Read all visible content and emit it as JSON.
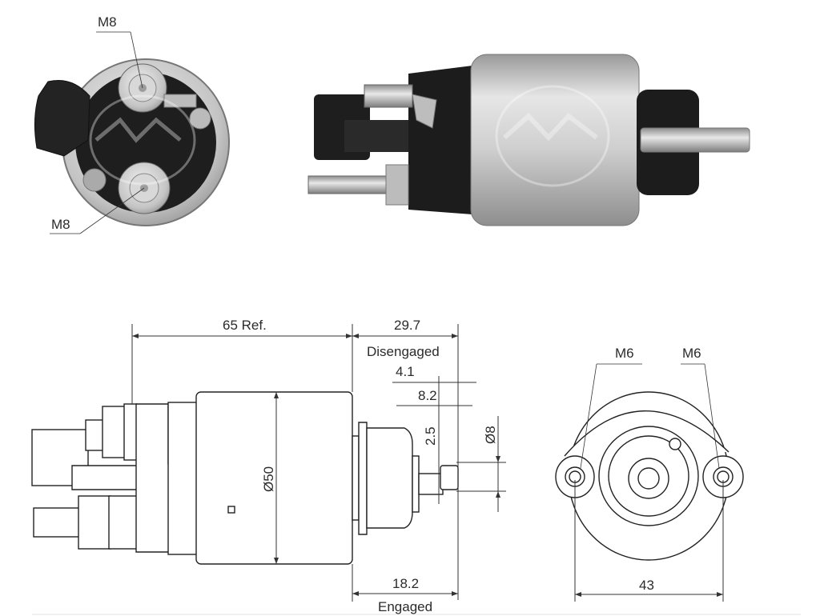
{
  "photos": {
    "end_view_labels": {
      "top_terminal": "M8",
      "bottom_terminal": "M8"
    },
    "colors": {
      "housing_metal": "#c9c9c9",
      "plastic_black": "#1e1e1e",
      "stud_brass": "#b8b8b8"
    }
  },
  "side_view": {
    "dims": {
      "overall_length": "65 Ref.",
      "stroke_disengaged": "29.7",
      "disengaged_label": "Disengaged",
      "offset_small": "4.1",
      "offset_plunger": "8.2",
      "groove": "2.5",
      "plunger_diameter": "Ø8",
      "body_diameter": "Ø50",
      "stroke_engaged": "18.2",
      "engaged_label": "Engaged"
    }
  },
  "end_view": {
    "dims": {
      "mount_left": "M6",
      "mount_right": "M6",
      "mount_spacing": "43"
    }
  }
}
